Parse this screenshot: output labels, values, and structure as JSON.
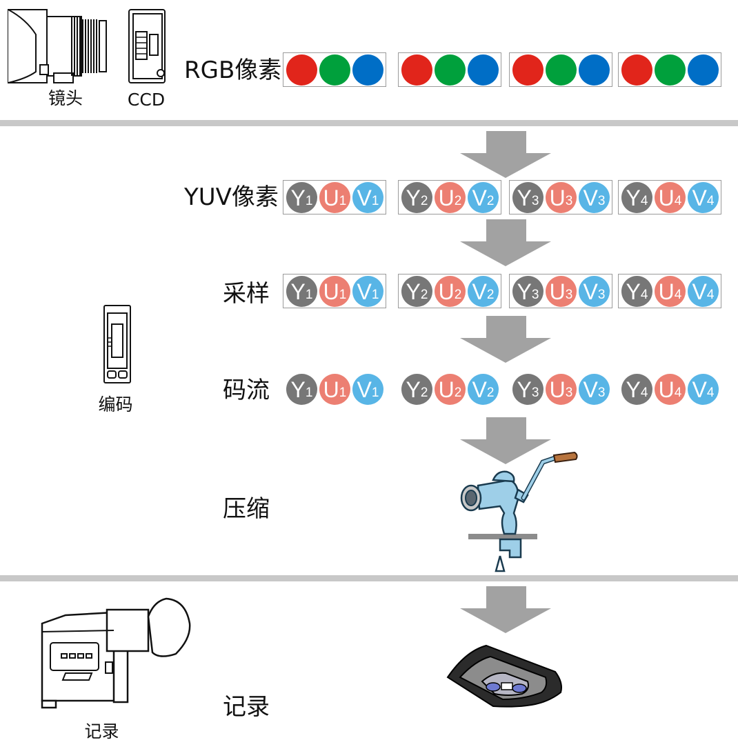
{
  "colors": {
    "red": "#e1251b",
    "green": "#00a03c",
    "blue": "#006ec6",
    "y": "#777777",
    "u": "#ec7f72",
    "v": "#58b5e6",
    "arrow": "#a2a2a2",
    "divider": "#c8c8c8"
  },
  "devices": {
    "lens_label": "镜头",
    "ccd_label": "CCD",
    "encoder_label": "编码",
    "camcorder_label": "记录"
  },
  "rows": [
    {
      "id": "rgb",
      "label": "RGB像素",
      "kind": "rgb",
      "boxed": true
    },
    {
      "id": "yuv",
      "label": "YUV像素",
      "kind": "yuv",
      "boxed": true
    },
    {
      "id": "sampling",
      "label": "采样",
      "kind": "yuv",
      "boxed": true
    },
    {
      "id": "stream",
      "label": "码流",
      "kind": "yuv",
      "boxed": false
    },
    {
      "id": "compress",
      "label": "压缩",
      "kind": "image"
    },
    {
      "id": "record",
      "label": "记录",
      "kind": "image"
    }
  ],
  "pixel_groups": [
    {
      "y": "Y",
      "y_sub": "1",
      "u": "U",
      "u_sub": "1",
      "v": "V",
      "v_sub": "1"
    },
    {
      "y": "Y",
      "y_sub": "2",
      "u": "U",
      "u_sub": "2",
      "v": "V",
      "v_sub": "2"
    },
    {
      "y": "Y",
      "y_sub": "3",
      "u": "U",
      "u_sub": "3",
      "v": "V",
      "v_sub": "3"
    },
    {
      "y": "Y",
      "y_sub": "4",
      "u": "U",
      "u_sub": "4",
      "v": "V",
      "v_sub": "4"
    }
  ],
  "icons": {
    "lens": "lens-icon",
    "ccd": "ccd-icon",
    "encoder": "encoder-chip-icon",
    "grinder": "meat-grinder-icon",
    "tape": "tape-cassette-icon",
    "camcorder": "camcorder-icon",
    "arrow": "arrow-down-icon"
  }
}
